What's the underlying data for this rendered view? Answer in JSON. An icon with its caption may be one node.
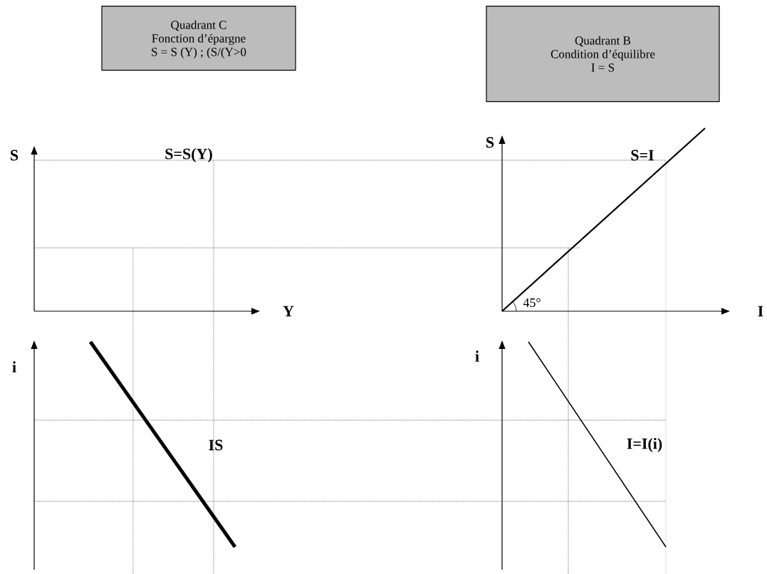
{
  "diagram": {
    "nodes": [
      {
        "text": [
          "Quadrant C",
          "Fonction d’épargne",
          "S = S (Y) ; (S/(Y>0"
        ]
      },
      {
        "text": [
          "Quadrant B",
          "Condition d’équilibre",
          "I = S"
        ]
      }
    ],
    "labels": [
      "S",
      "S=S(Y)",
      "S",
      "S=I",
      "Y",
      "45°",
      "I",
      "i",
      "i",
      "IS",
      "I=I(i)"
    ]
  }
}
